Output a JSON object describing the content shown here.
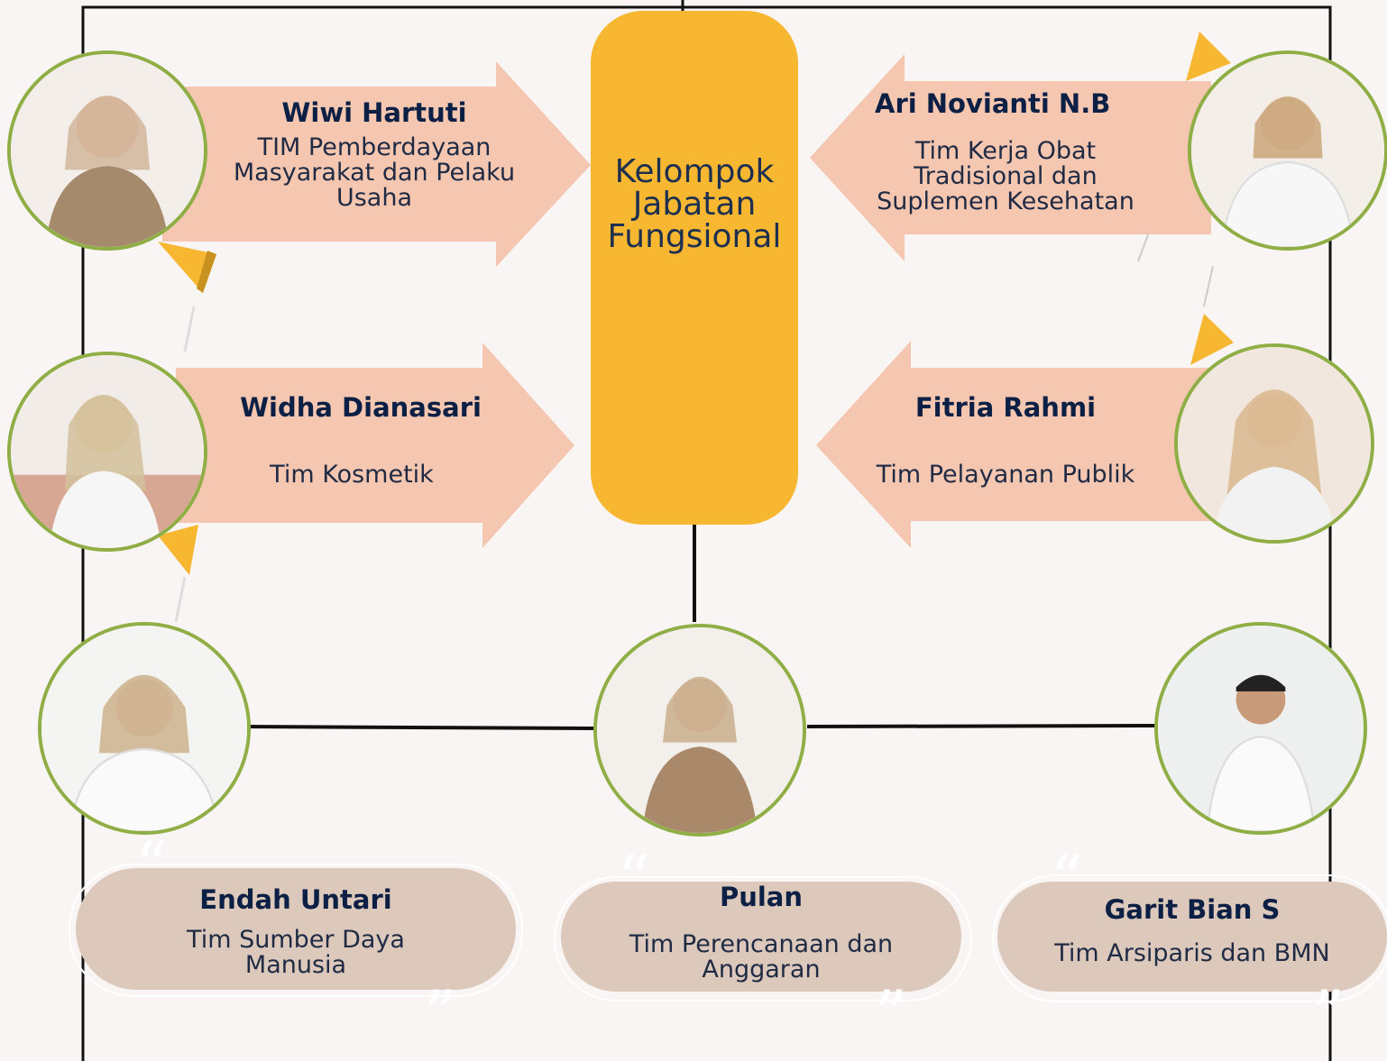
{
  "center": {
    "label": "Kelompok\nJabatan\nFungsional"
  },
  "members": [
    {
      "name": "Wiwi Hartuti",
      "team": "TIM Pemberdayaan\nMasyarakat dan Pelaku\nUsaha"
    },
    {
      "name": "Ari Novianti N.B",
      "team": "Tim Kerja Obat\nTradisional dan\nSuplemen Kesehatan"
    },
    {
      "name": "Widha Dianasari",
      "team": "Tim Kosmetik"
    },
    {
      "name": "Fitria Rahmi",
      "team": "Tim Pelayanan Publik"
    },
    {
      "name": "Endah Untari",
      "team": "Tim Sumber Daya\nManusia"
    },
    {
      "name": "Pulan",
      "team": "Tim Perencanaan dan\nAnggaran"
    },
    {
      "name": "Garit Bian S",
      "team": "Tim Arsiparis dan BMN"
    }
  ],
  "colors": {
    "background": "#f9f5f4",
    "center": "#f7b731",
    "arrow": "#f5c7b0",
    "pill": "#dcc9bb",
    "avatar_ring": "#8fae45",
    "accent": "#f7b731"
  },
  "icons": [
    "person-photo-icon",
    "quote-open-icon",
    "quote-close-icon"
  ]
}
